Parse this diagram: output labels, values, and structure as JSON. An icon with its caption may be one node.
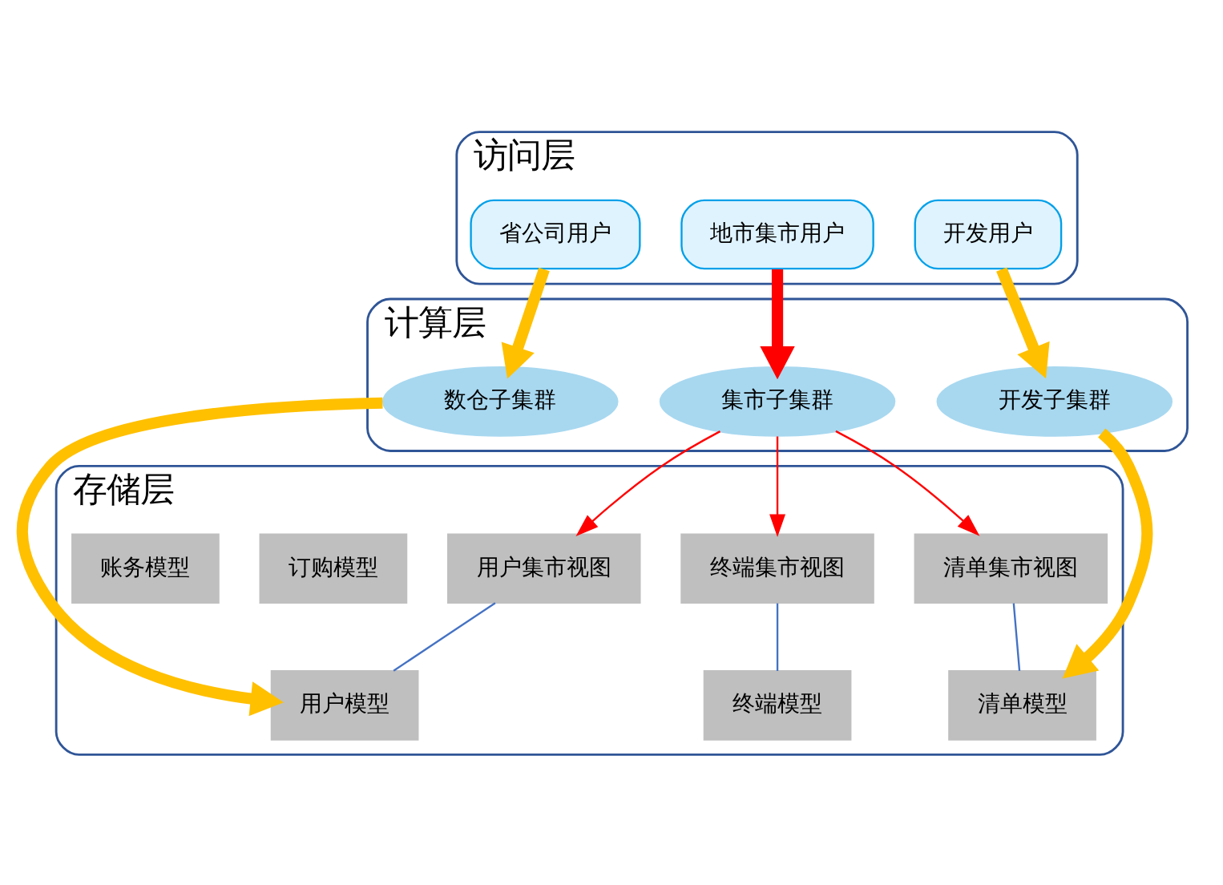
{
  "diagram": {
    "nodes": [
      {
        "text": [
          "访问层"
        ]
      },
      {
        "text": [
          "省公司用户"
        ],
        "in": 0
      },
      {
        "text": [
          "地市集市用户"
        ],
        "in": 0
      },
      {
        "text": [
          "开发用户"
        ],
        "in": 0
      },
      {
        "text": [
          "计算层"
        ]
      },
      {
        "text": [
          "数仓子集群"
        ],
        "in": 4
      },
      {
        "text": [
          "集市子集群"
        ],
        "in": 4
      },
      {
        "text": [
          "开发子集群"
        ],
        "in": 4
      },
      {
        "text": [
          "存储层"
        ]
      },
      {
        "text": [
          "用户集市视图"
        ],
        "in": 8
      },
      {
        "text": [
          "终端集市视图"
        ],
        "in": 8
      },
      {
        "text": [
          "清单集市视图"
        ],
        "in": 8
      },
      {
        "text": [
          "用户模型"
        ],
        "in": 8
      },
      {
        "text": [
          "订购模型"
        ],
        "in": 8
      },
      {
        "text": [
          "终端模型"
        ],
        "in": 8
      },
      {
        "text": [
          "账务模型"
        ],
        "in": 8
      },
      {
        "text": [
          "清单模型"
        ],
        "in": 8
      }
    ],
    "edges": [
      {
        "from": 1,
        "to": 5,
        "arrow": "to",
        "style": "thick",
        "color": "#ffc000"
      },
      {
        "from": 2,
        "to": 6,
        "arrow": "to",
        "style": "thick",
        "color": "#ff0000"
      },
      {
        "from": 3,
        "to": 7,
        "arrow": "to",
        "style": "thick",
        "color": "#ffc000"
      },
      {
        "from": 5,
        "to": 12,
        "arrow": "to",
        "style": "thick",
        "color": "#ffc000"
      },
      {
        "from": 6,
        "to": 9,
        "arrow": "to",
        "color": "#ff0000"
      },
      {
        "from": 6,
        "to": 10,
        "arrow": "to",
        "color": "#ff0000"
      },
      {
        "from": 6,
        "to": 11,
        "arrow": "to",
        "color": "#ff0000"
      },
      {
        "from": 7,
        "to": 16,
        "arrow": "to",
        "style": "thick",
        "color": "#ffc000"
      },
      {
        "from": 9,
        "to": 12,
        "arrow": "none",
        "color": "#4472c4"
      },
      {
        "from": 10,
        "to": 14,
        "arrow": "none",
        "color": "#4472c4"
      },
      {
        "from": 11,
        "to": 16,
        "arrow": "none",
        "color": "#4472c4"
      }
    ]
  }
}
